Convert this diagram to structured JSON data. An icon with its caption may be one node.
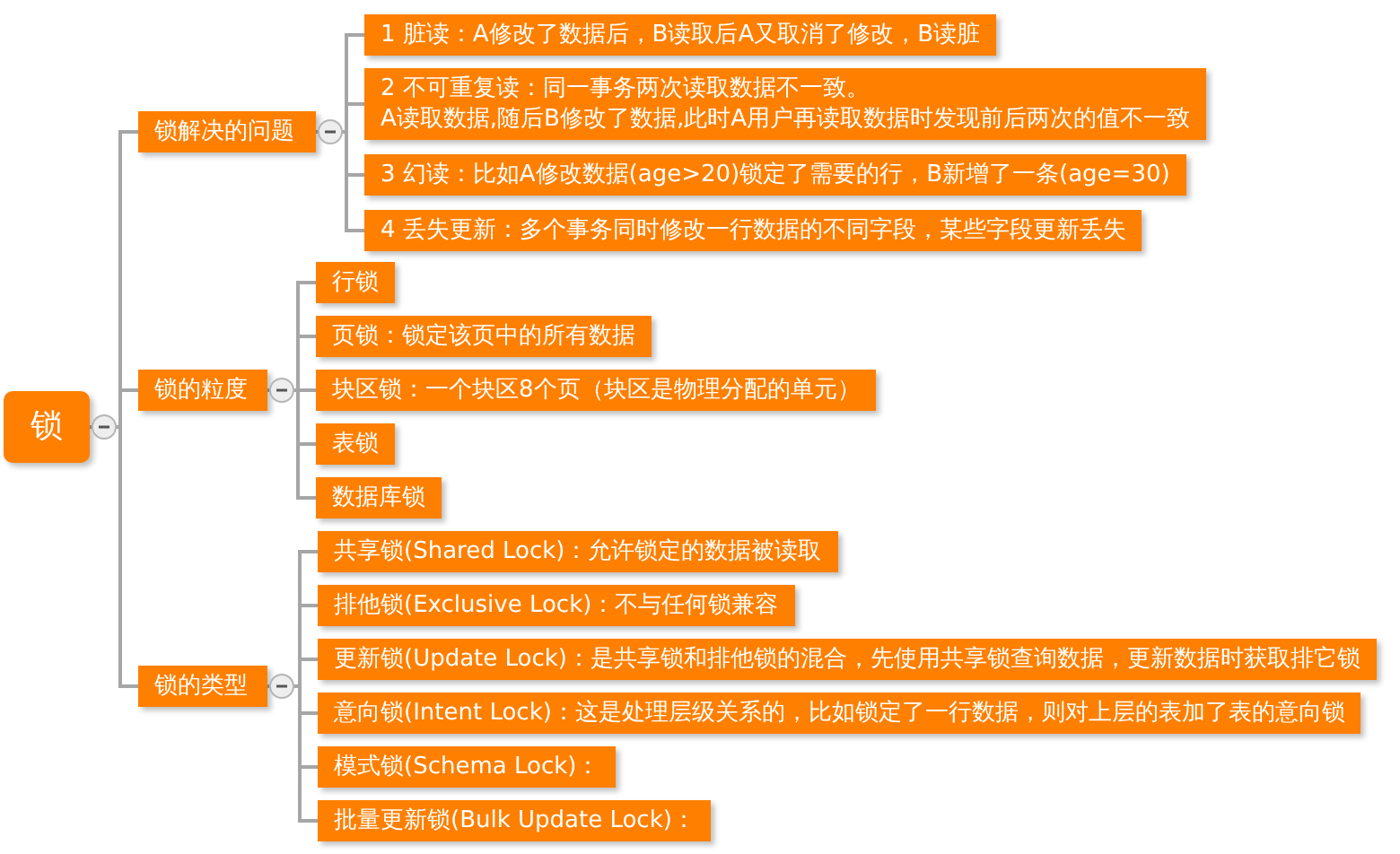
{
  "diagram": {
    "nodes": [
      {
        "text": [
          "锁"
        ]
      },
      {
        "text": [
          "锁解决的问题"
        ]
      },
      {
        "text": [
          "1 脏读：A修改了数据后，B读取后A又取消了修改，B读脏"
        ]
      },
      {
        "text": [
          "2 不可重复读：同一事务两次读取数据不一致。",
          "A读取数据,随后B修改了数据,此时A用户再读取数据时发现前后两次的值不一致"
        ]
      },
      {
        "text": [
          "3 幻读：比如A修改数据(age>20)锁定了需要的行，B新增了一条(age=30)"
        ]
      },
      {
        "text": [
          "4 丢失更新：多个事务同时修改一行数据的不同字段，某些字段更新丢失"
        ]
      },
      {
        "text": [
          "锁的粒度"
        ]
      },
      {
        "text": [
          "行锁"
        ]
      },
      {
        "text": [
          "页锁：锁定该页中的所有数据"
        ]
      },
      {
        "text": [
          "块区锁：一个块区8个页（块区是物理分配的单元）"
        ]
      },
      {
        "text": [
          "表锁"
        ]
      },
      {
        "text": [
          "数据库锁"
        ]
      },
      {
        "text": [
          "锁的类型"
        ]
      },
      {
        "text": [
          "共享锁(Shared Lock)：允许锁定的数据被读取"
        ]
      },
      {
        "text": [
          "排他锁(Exclusive Lock)：不与任何锁兼容"
        ]
      },
      {
        "text": [
          "更新锁(Update Lock)：是共享锁和排他锁的混合，先使用共享锁查询数据，更新数据时获取排它锁"
        ]
      },
      {
        "text": [
          "意向锁(Intent Lock)：这是处理层级关系的，比如锁定了一行数据，则对上层的表加了表的意向锁"
        ]
      },
      {
        "text": [
          "模式锁(Schema Lock)："
        ]
      },
      {
        "text": [
          "批量更新锁(Bulk Update Lock)："
        ]
      }
    ],
    "edges": [
      {
        "from": 0,
        "to": 1,
        "arrow": "none"
      },
      {
        "from": 1,
        "to": 2,
        "arrow": "none"
      },
      {
        "from": 1,
        "to": 3,
        "arrow": "none"
      },
      {
        "from": 1,
        "to": 4,
        "arrow": "none"
      },
      {
        "from": 1,
        "to": 5,
        "arrow": "none"
      },
      {
        "from": 0,
        "to": 6,
        "arrow": "none"
      },
      {
        "from": 6,
        "to": 7,
        "arrow": "none"
      },
      {
        "from": 6,
        "to": 8,
        "arrow": "none"
      },
      {
        "from": 6,
        "to": 9,
        "arrow": "none"
      },
      {
        "from": 6,
        "to": 10,
        "arrow": "none"
      },
      {
        "from": 6,
        "to": 11,
        "arrow": "none"
      },
      {
        "from": 0,
        "to": 12,
        "arrow": "none"
      },
      {
        "from": 12,
        "to": 13,
        "arrow": "none"
      },
      {
        "from": 12,
        "to": 14,
        "arrow": "none"
      },
      {
        "from": 12,
        "to": 15,
        "arrow": "none"
      },
      {
        "from": 12,
        "to": 16,
        "arrow": "none"
      },
      {
        "from": 12,
        "to": 17,
        "arrow": "none"
      },
      {
        "from": 12,
        "to": 18,
        "arrow": "none"
      }
    ]
  }
}
